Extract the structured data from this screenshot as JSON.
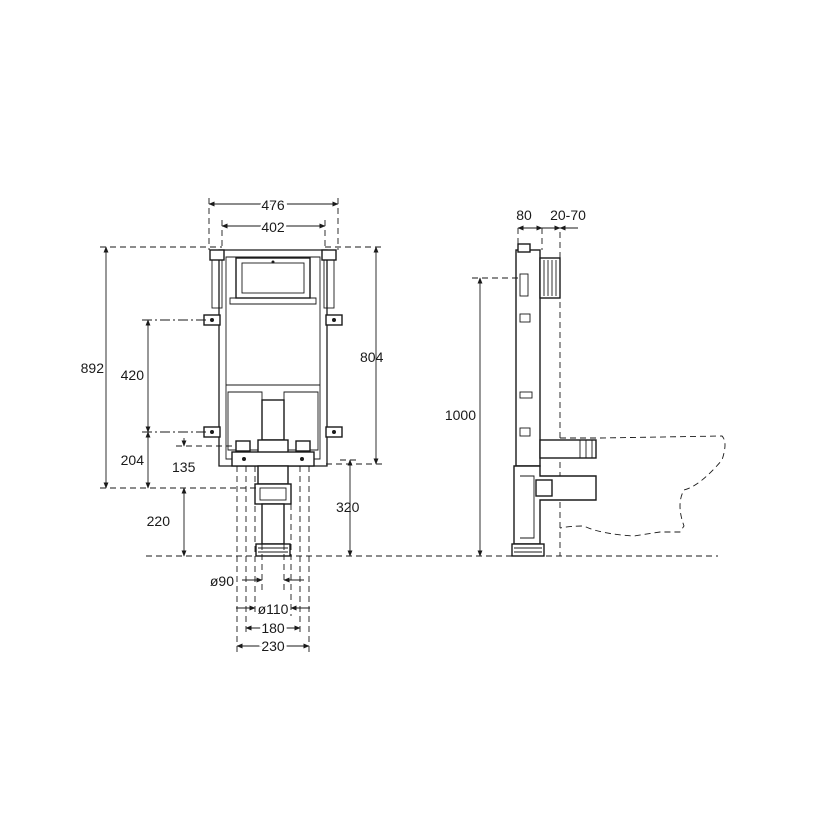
{
  "front_view": {
    "dims": {
      "width_outer": "476",
      "width_inner": "402",
      "height_total": "892",
      "height_frame": "804",
      "height_420": "420",
      "height_204": "204",
      "height_135": "135",
      "height_220": "220",
      "height_320": "320",
      "pipe_90": "ø90",
      "pipe_110": "ø110",
      "width_180": "180",
      "width_230": "230"
    }
  },
  "side_view": {
    "dims": {
      "depth_80": "80",
      "depth_adjust": "20-70",
      "height_1000": "1000"
    }
  }
}
